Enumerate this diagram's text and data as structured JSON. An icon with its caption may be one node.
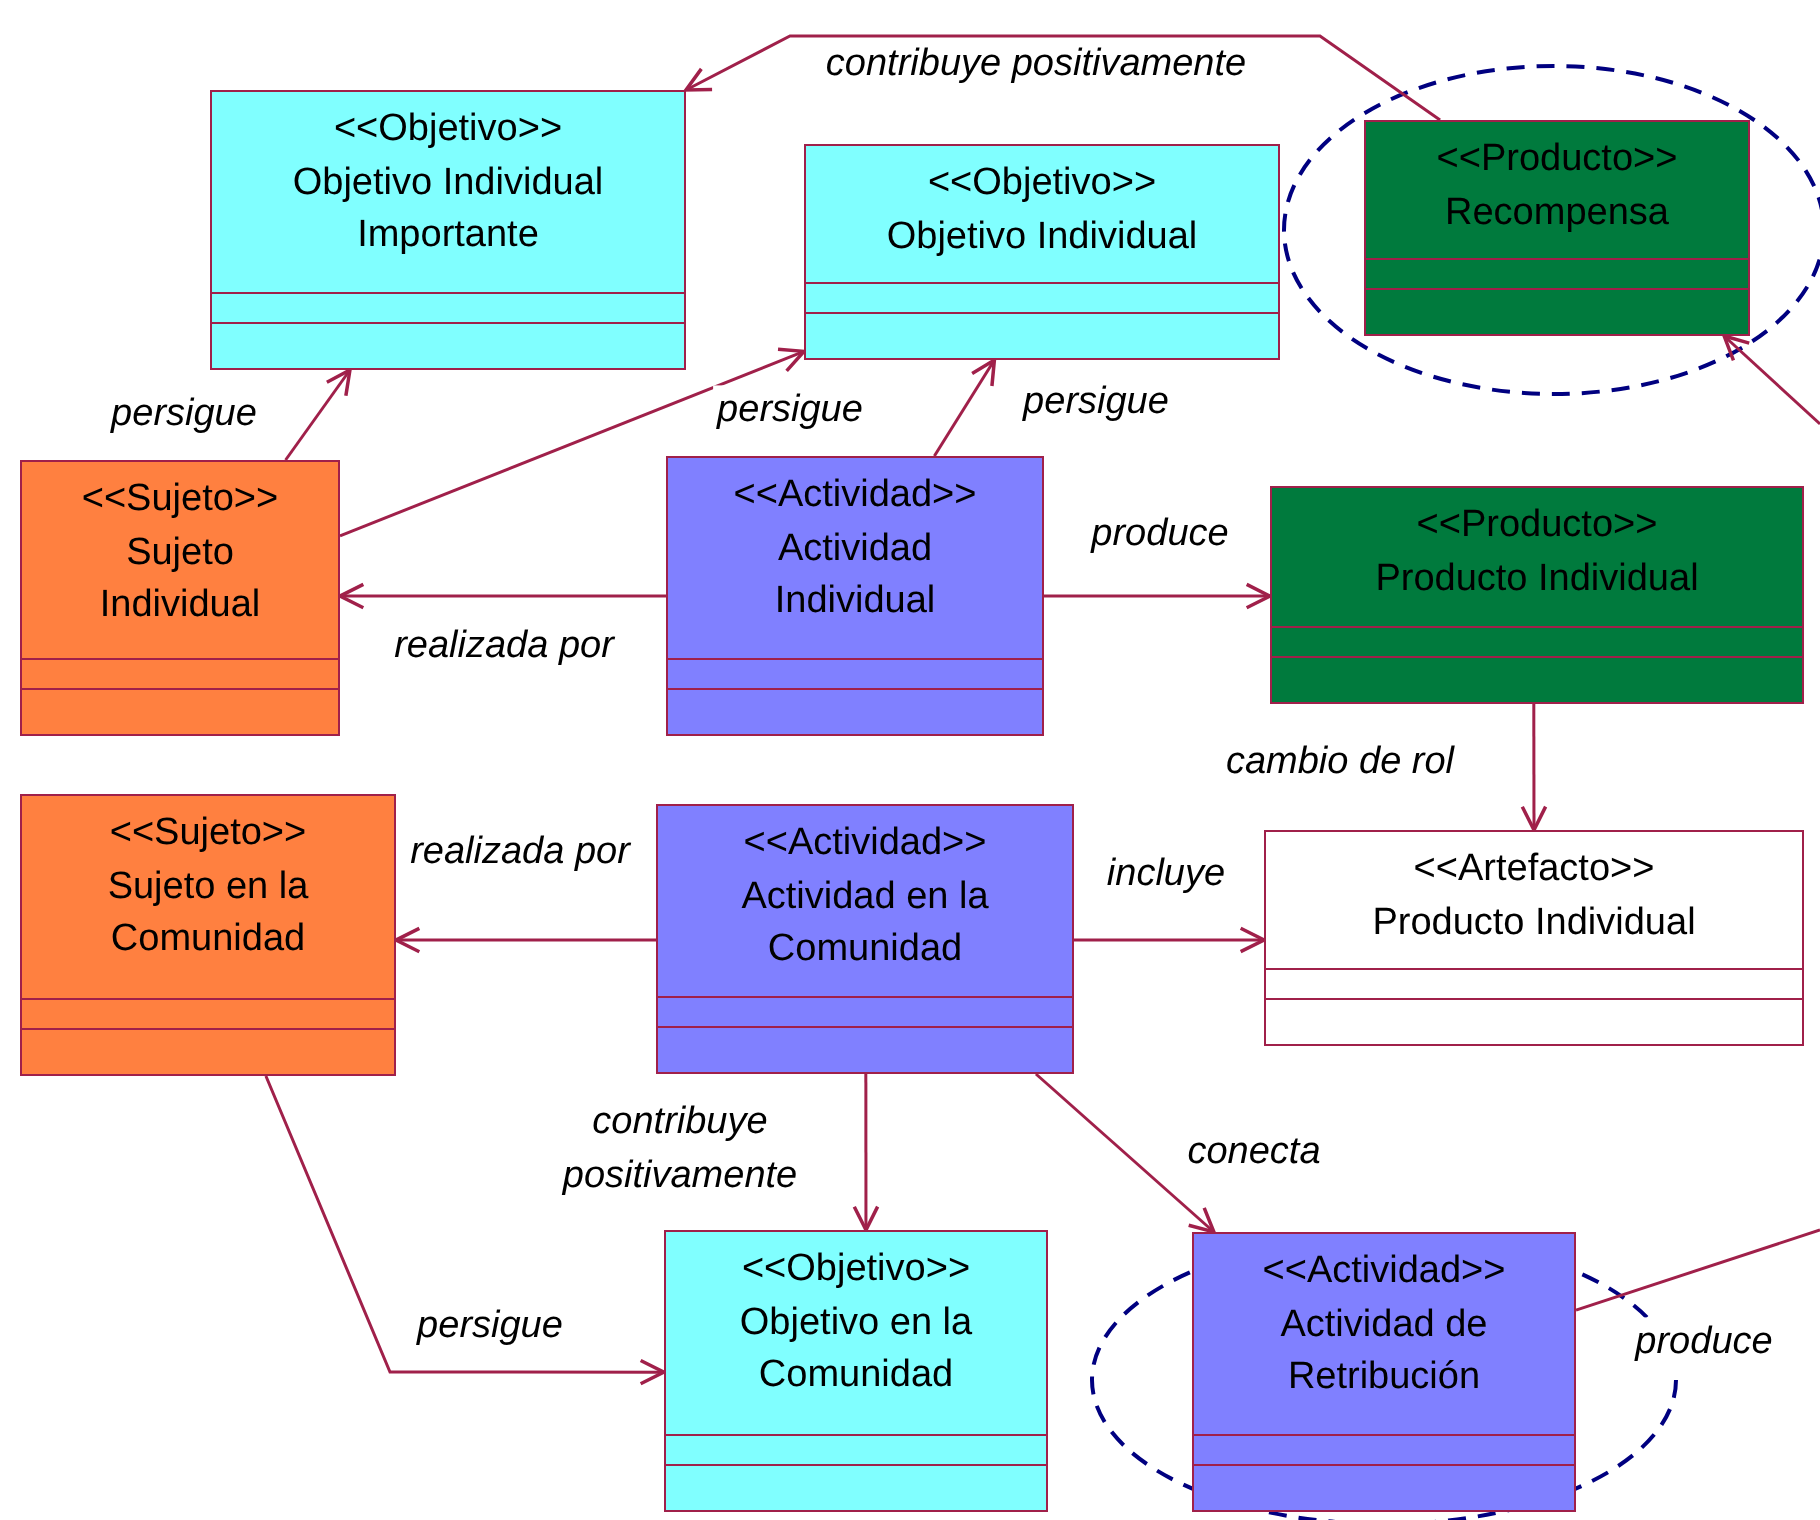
{
  "diagram": {
    "nodes": [
      {
        "text": [
          "<<Objetivo>>",
          "Objetivo Individual Importante"
        ]
      },
      {
        "text": [
          "<<Objetivo>>",
          "Objetivo Individual"
        ]
      },
      {
        "text": [
          "<<Producto>>",
          "Recompensa"
        ]
      },
      {
        "text": [
          "<<Sujeto>>",
          "Sujeto Individual"
        ]
      },
      {
        "text": [
          "<<Actividad>>",
          "Actividad Individual"
        ]
      },
      {
        "text": [
          "<<Producto>>",
          "Producto Individual"
        ]
      },
      {
        "text": [
          "<<Sujeto>>",
          "Sujeto en la Comunidad"
        ]
      },
      {
        "text": [
          "<<Actividad>>",
          "Actividad en la Comunidad"
        ]
      },
      {
        "text": [
          "<<Artefacto>>",
          "Producto Individual"
        ]
      },
      {
        "text": [
          "<<Objetivo>>",
          "Objetivo en la Comunidad"
        ]
      },
      {
        "text": [
          "<<Actividad>>",
          "Actividad de Retribución"
        ]
      }
    ],
    "edges": [
      {
        "from": 2,
        "to": 0,
        "arrow": "to",
        "label": "contribuye positivamente"
      },
      {
        "from": 3,
        "to": 0,
        "arrow": "to",
        "label": "persigue"
      },
      {
        "from": 3,
        "to": 1,
        "arrow": "to",
        "label": "persigue"
      },
      {
        "from": 4,
        "to": 1,
        "arrow": "to",
        "label": "persigue"
      },
      {
        "from": 4,
        "to": 3,
        "arrow": "to",
        "label": "realizada por"
      },
      {
        "from": 4,
        "to": 5,
        "arrow": "to",
        "label": "produce"
      },
      {
        "from": 5,
        "to": 8,
        "arrow": "to",
        "label": "cambio de rol"
      },
      {
        "from": 7,
        "to": 6,
        "arrow": "to",
        "label": "realizada por"
      },
      {
        "from": 7,
        "to": 8,
        "arrow": "to",
        "label": "incluye"
      },
      {
        "from": 7,
        "to": 9,
        "arrow": "to",
        "label": "contribuye positivamente"
      },
      {
        "from": 7,
        "to": 10,
        "arrow": "to",
        "label": "conecta"
      },
      {
        "from": 6,
        "to": 9,
        "arrow": "to",
        "label": "persigue"
      },
      {
        "from": 10,
        "to": null,
        "arrow": "none",
        "label": "produce"
      },
      {
        "from": null,
        "to": 2,
        "arrow": "to"
      }
    ]
  }
}
